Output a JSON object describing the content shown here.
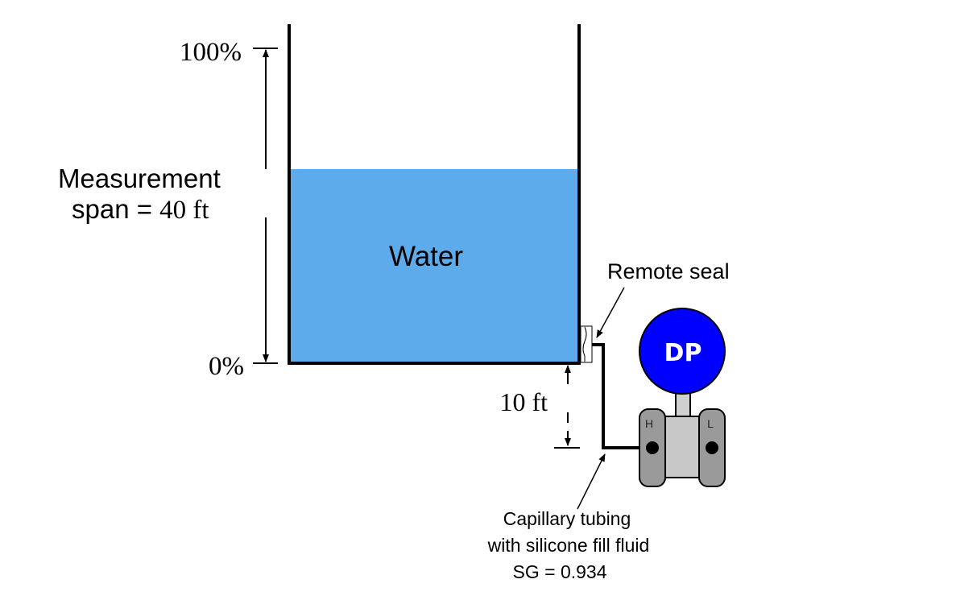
{
  "labels": {
    "pct_100": "100%",
    "pct_0": "0%",
    "span_line1": "Measurement",
    "span_line2_prefix": "span = ",
    "span_value": "40 ft",
    "fluid": "Water",
    "remote_seal": "Remote seal",
    "offset": "10 ft",
    "capillary_line1": "Capillary tubing",
    "capillary_line2": "with silicone fill fluid",
    "capillary_line3": "SG = 0.934",
    "transmitter": "DP",
    "port_high": "H",
    "port_low": "L"
  },
  "colors": {
    "water": "#5eabeb",
    "transmitter_head": "#0000ff",
    "transmitter_body": "#c8c8c8",
    "line": "#000000"
  },
  "icons": {
    "transmitter": "dp-transmitter-icon",
    "seal": "remote-seal-icon"
  }
}
